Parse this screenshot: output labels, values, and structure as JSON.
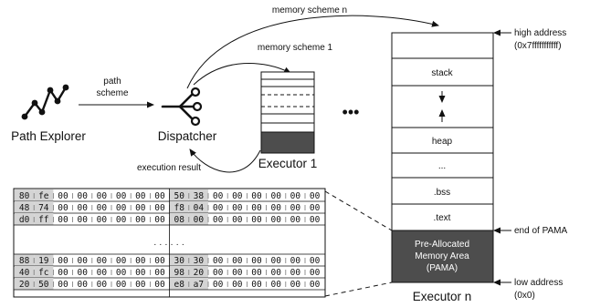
{
  "labels": {
    "path_explorer": "Path Explorer",
    "path_scheme_line1": "path",
    "path_scheme_line2": "scheme",
    "dispatcher": "Dispatcher",
    "memory_scheme_n": "memory scheme n",
    "memory_scheme_1": "memory scheme 1",
    "executor_1": "Executor 1",
    "execution_result": "execution result",
    "executor_n": "Executor n",
    "ellipsis_big": "•••",
    "ellipsis_small": "· · · · · ·"
  },
  "memory_layout": {
    "segments": [
      "",
      "stack",
      "",
      "heap",
      "...",
      ".bss",
      ".text"
    ],
    "pama_lines": [
      "Pre-Allocated",
      "Memory Area",
      "(PAMA)"
    ],
    "high_address": "high address",
    "high_address_value": "(0x7fffffffffff)",
    "end_of_pama": "end of PAMA",
    "low_address": "low address",
    "low_address_value": "(0x0)"
  },
  "hex_dump": {
    "top_rows": [
      [
        "80",
        "fe",
        "00",
        "00",
        "00",
        "00",
        "00",
        "00",
        "50",
        "38",
        "00",
        "00",
        "00",
        "00",
        "00",
        "00"
      ],
      [
        "48",
        "74",
        "00",
        "00",
        "00",
        "00",
        "00",
        "00",
        "f8",
        "04",
        "00",
        "00",
        "00",
        "00",
        "00",
        "00"
      ],
      [
        "d0",
        "ff",
        "00",
        "00",
        "00",
        "00",
        "00",
        "00",
        "08",
        "00",
        "00",
        "00",
        "00",
        "00",
        "00",
        "00"
      ]
    ],
    "bottom_rows": [
      [
        "88",
        "19",
        "00",
        "00",
        "00",
        "00",
        "00",
        "00",
        "30",
        "30",
        "00",
        "00",
        "00",
        "00",
        "00",
        "00"
      ],
      [
        "40",
        "fc",
        "00",
        "00",
        "00",
        "00",
        "00",
        "00",
        "98",
        "20",
        "00",
        "00",
        "00",
        "00",
        "00",
        "00"
      ],
      [
        "20",
        "50",
        "00",
        "00",
        "00",
        "00",
        "00",
        "00",
        "e8",
        "a7",
        "00",
        "00",
        "00",
        "00",
        "00",
        "00"
      ]
    ]
  },
  "colors": {
    "pama_fill": "#4d4d4d",
    "hex_highlight": "#d4d4d4",
    "line": "#111111"
  }
}
